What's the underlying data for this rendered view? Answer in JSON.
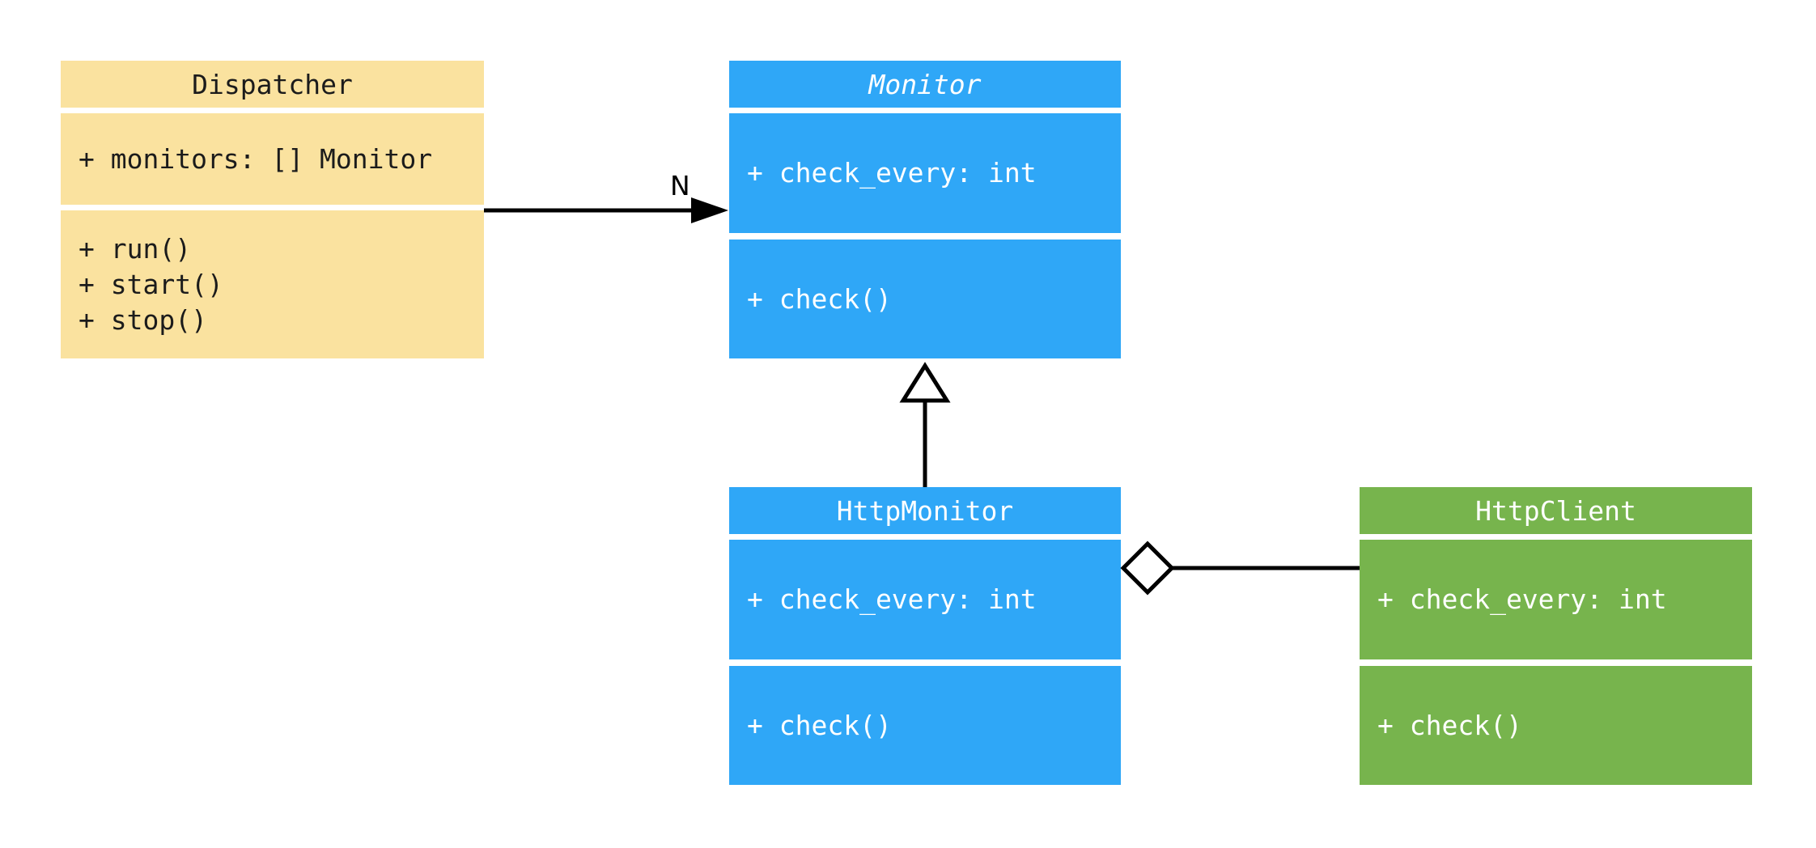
{
  "diagram": {
    "kind": "uml-class-diagram",
    "background_color": "#FFFFFF",
    "line_color": "#000000",
    "classes": [
      {
        "name": "Dispatcher",
        "abstract": false,
        "fill": "#FAE29F",
        "text_color": "#1B1B1B",
        "attributes": [
          "+ monitors: [] Monitor"
        ],
        "methods": [
          "+ run()",
          "+ start()",
          "+ stop()"
        ]
      },
      {
        "name": "Monitor",
        "abstract": true,
        "fill": "#2FA7F7",
        "text_color": "#FFFFFF",
        "attributes": [
          "+ check_every: int"
        ],
        "methods": [
          "+ check()"
        ]
      },
      {
        "name": "HttpMonitor",
        "abstract": false,
        "fill": "#2FA7F7",
        "text_color": "#FFFFFF",
        "attributes": [
          "+ check_every: int"
        ],
        "methods": [
          "+ check()"
        ]
      },
      {
        "name": "HttpClient",
        "abstract": false,
        "fill": "#77B44D",
        "text_color": "#FFFFFF",
        "attributes": [
          "+ check_every: int"
        ],
        "methods": [
          "+ check()"
        ]
      }
    ],
    "relationships": [
      {
        "from": "Dispatcher",
        "to": "Monitor",
        "type": "directed-association",
        "arrow": "filled-arrowhead",
        "label": "N"
      },
      {
        "from": "HttpMonitor",
        "to": "Monitor",
        "type": "inheritance",
        "arrow": "hollow-triangle",
        "label": ""
      },
      {
        "from": "HttpMonitor",
        "to": "HttpClient",
        "type": "aggregation",
        "arrow": "hollow-diamond",
        "label": ""
      }
    ]
  }
}
